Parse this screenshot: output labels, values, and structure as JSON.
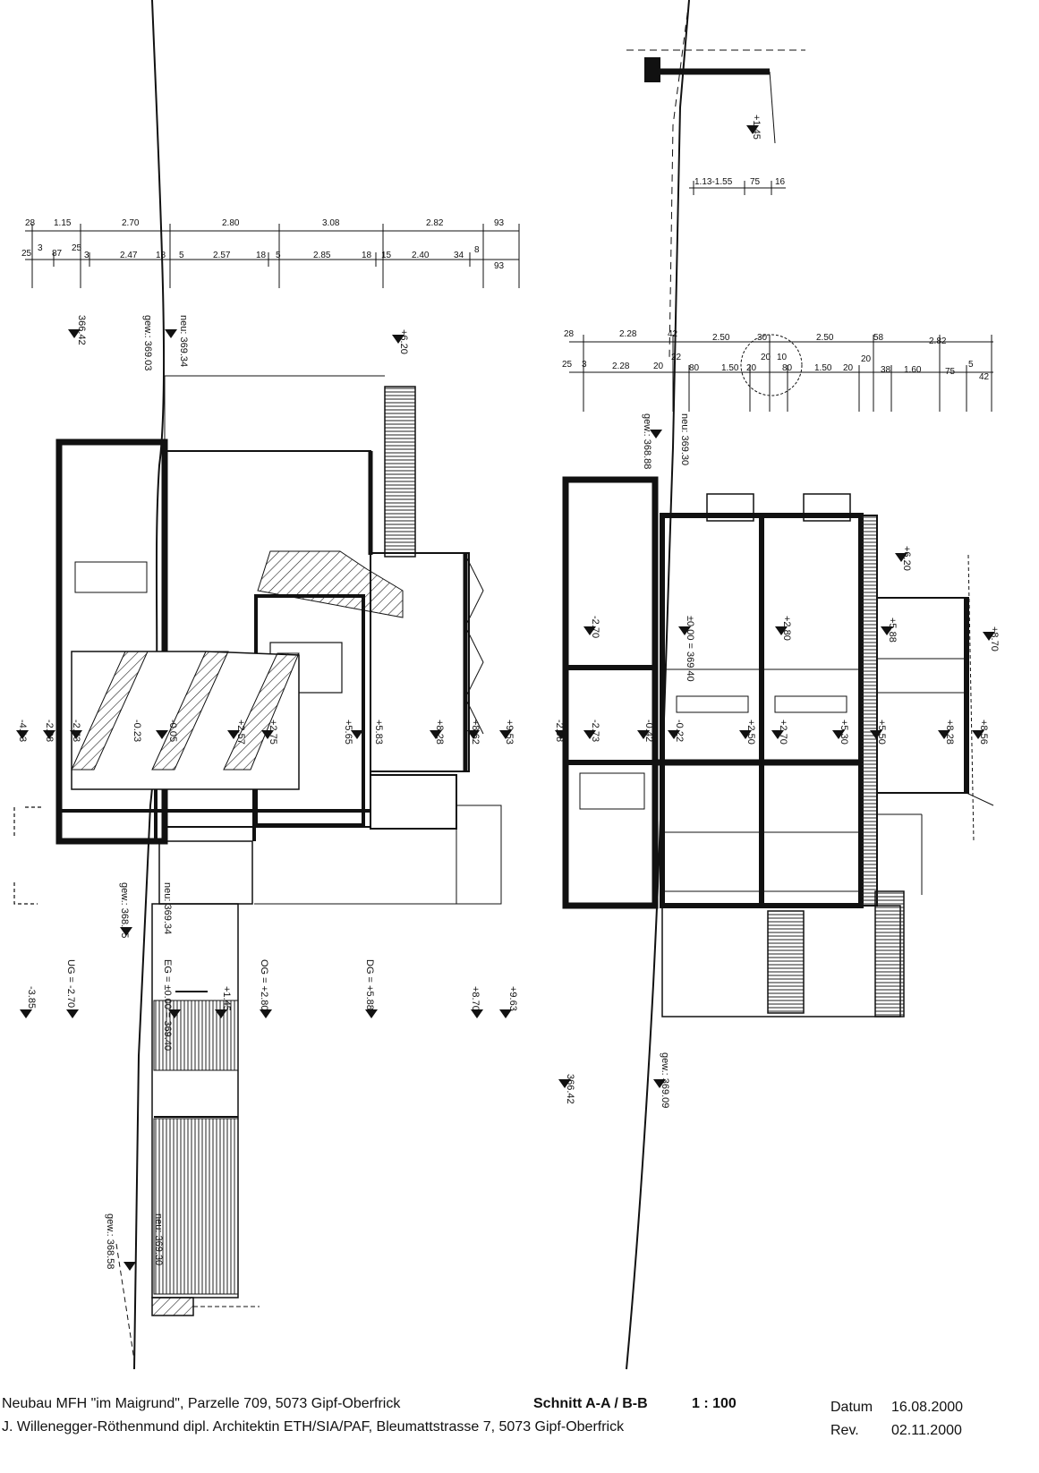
{
  "title_block": {
    "project": "Neubau MFH \"im Maigrund\", Parzelle 709, 5073 Gipf-Oberfrick",
    "architect": "J. Willenegger-Röthenmund dipl. Architektin ETH/SIA/PAF,  Bleumattstrasse 7,  5073 Gipf-Oberfrick",
    "sheet": "Schnitt A-A / B-B",
    "scale": "1 : 100",
    "date_label": "Datum",
    "date_value": "16.08.2000",
    "rev_label": "Rev.",
    "rev_value": "02.11.2000"
  },
  "section_a": {
    "dims_top": [
      "28",
      "1.15",
      "2.70",
      "2.80",
      "3.08",
      "2.82",
      "93"
    ],
    "dims_bottom": [
      "25",
      "3",
      "87",
      "25",
      "3",
      "2.47",
      "18",
      "5",
      "2.57",
      "18",
      "5",
      "2.85",
      "18",
      "15",
      "2.40",
      "34",
      "8",
      "93"
    ],
    "levels": {
      "l_366_42": "366.42",
      "gew_top": "gew.: 369.03",
      "neu_top": "neu: 369.34",
      "l_620": "+6.20",
      "l_m413": "-4.13",
      "l_m298": "-2.98",
      "l_m273": "-2.73",
      "l_m023": "-0.23",
      "l_m005": "-0.05",
      "l_257": "+2.57",
      "l_275": "+2.75",
      "l_565": "+5.65",
      "l_583": "+5.83",
      "l_828": "+8.28",
      "l_862": "+8.62",
      "l_953": "+9.53",
      "gew_mid": "gew.: 368.75",
      "neu_mid": "neu: 369.34",
      "l_m385": "-3.85",
      "ug": "UG = -2.70",
      "eg": "EG = ±0.00 = 369.40",
      "l_145": "+1.45",
      "og": "OG = +2.80",
      "dg": "DG = +5.88",
      "l_870": "+8.70",
      "l_963": "+9.63",
      "gew_low": "gew.: 368.58",
      "neu_low": "neu: 369.30"
    }
  },
  "section_b": {
    "dims_short": [
      "1.13-1.55",
      "75",
      "16"
    ],
    "dims_top": [
      "28",
      "2.28",
      "42",
      "2.50",
      "30",
      "2.50",
      "58",
      "2.82"
    ],
    "dims_bottom": [
      "25",
      "3",
      "2.28",
      "20",
      "22",
      "80",
      "1.50",
      "20",
      "20",
      "10",
      "80",
      "1.50",
      "20",
      "20",
      "38",
      "1.60",
      "75",
      "5",
      "42"
    ],
    "levels": {
      "l_145": "+1.45",
      "gew_top": "gew.: 368.88",
      "neu_top": "neu: 369.30",
      "l_620": "+6.20",
      "l_m270": "-2.70",
      "eg": "±0.00 = 369.40",
      "l_280": "+2.80",
      "l_588": "+5.88",
      "l_870": "+8.70",
      "l_m298": "-2.98",
      "l_m273": "-2.73",
      "l_m042": "-0.42",
      "l_m022": "-0.22",
      "l_250": "+2.50",
      "l_270": "+2.70",
      "l_530": "+5.30",
      "l_550": "+5.50",
      "l_828": "+8.28",
      "l_856": "+8.56",
      "l_366_42": "366.42",
      "gew_low": "gew.: 369.09"
    }
  }
}
